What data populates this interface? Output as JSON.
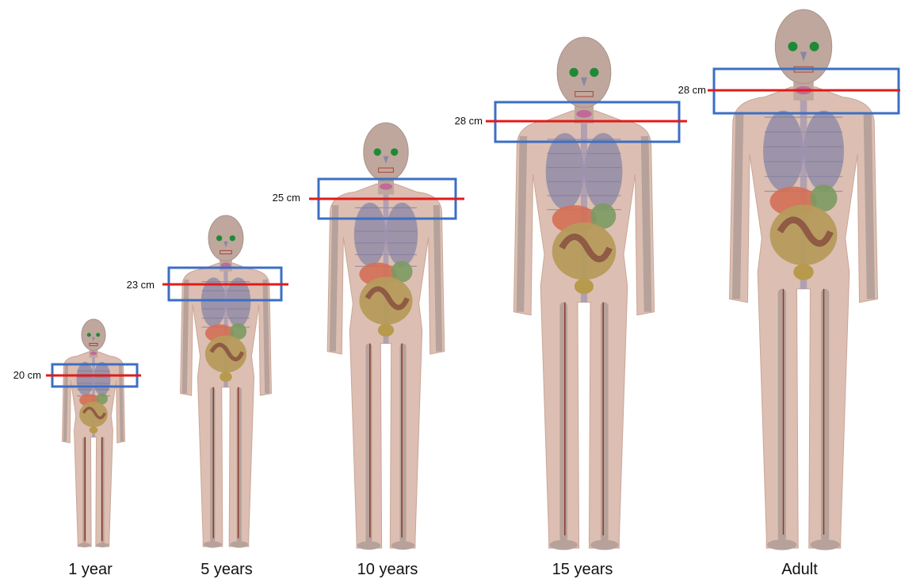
{
  "colors": {
    "skin": "#dcbfb2",
    "skin_edge": "#c9a597",
    "head": "#bfa79d",
    "bone": "#b6a29a",
    "lung": "#8d8aa6",
    "liver": "#d46f55",
    "stomach": "#7c9a62",
    "intestine": "#b69b5c",
    "colon": "#8f5b45",
    "vessel": "#8b3a2b",
    "eye": "#1f8a35",
    "thyroid": "#c06a9a",
    "box": "#3c6fc4",
    "line": "#e01b1b"
  },
  "phantoms": [
    {
      "age_label": "1 year",
      "measure_label": "20 cm"
    },
    {
      "age_label": "5 years",
      "measure_label": "23 cm"
    },
    {
      "age_label": "10 years",
      "measure_label": "25 cm"
    },
    {
      "age_label": "15 years",
      "measure_label": "28 cm"
    },
    {
      "age_label": "Adult",
      "measure_label": "28 cm"
    }
  ]
}
